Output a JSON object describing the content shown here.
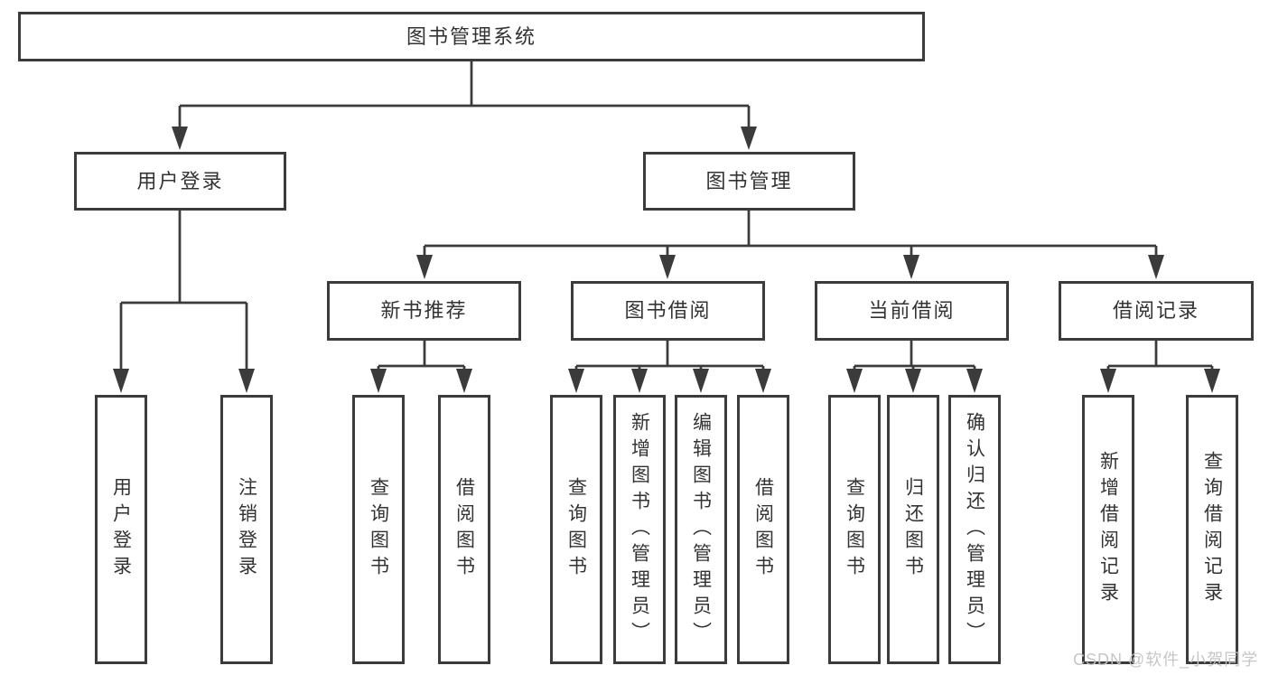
{
  "diagram": {
    "root": "图书管理系统",
    "branches": {
      "user": {
        "label": "用户登录",
        "children": [
          "用户登录",
          "注销登录"
        ]
      },
      "books": {
        "label": "图书管理",
        "sections": [
          {
            "label": "新书推荐",
            "children": [
              "查询图书",
              "借阅图书"
            ]
          },
          {
            "label": "图书借阅",
            "children": [
              "查询图书",
              "新增图书（管理员）",
              "编辑图书（管理员）",
              "借阅图书"
            ]
          },
          {
            "label": "当前借阅",
            "children": [
              "查询图书",
              "归还图书",
              "确认归还（管理员）"
            ]
          },
          {
            "label": "借阅记录",
            "children": [
              "新增借阅记录",
              "查询借阅记录"
            ]
          }
        ]
      }
    }
  },
  "watermark": {
    "text": "CSDN @软件_小贺同学"
  },
  "colors": {
    "line": "#3b3b3b",
    "box_border": "#3b3b3b",
    "box_fill": "#ffffff",
    "text": "#333333",
    "watermark": "#c4c4c4",
    "background": "#ffffff"
  }
}
